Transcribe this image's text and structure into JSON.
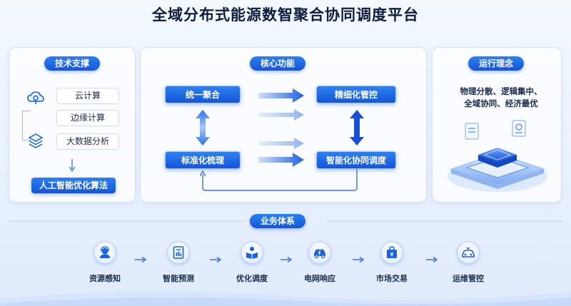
{
  "title": "全域分布式能源数智聚合协同调度平台",
  "tech_support": {
    "heading": "技术支撑",
    "items": [
      "云计算",
      "边缘计算",
      "大数据分析"
    ],
    "algorithm": "人工智能优化算法"
  },
  "core_functions": {
    "heading": "核心功能",
    "unified": "统一聚合",
    "fine_control": "精细化管控",
    "standardized": "标准化梳理",
    "smart_dispatch": "智能化协同调度"
  },
  "operating_philosophy": {
    "heading": "运行理念",
    "line1": "物理分散、逻辑集中、",
    "line2": "全域协同、经济最优"
  },
  "business_system": {
    "heading": "业务体系",
    "items": [
      {
        "label": "资源感知",
        "icon": "user-headset-icon"
      },
      {
        "label": "智能预测",
        "icon": "document-chart-icon"
      },
      {
        "label": "优化调度",
        "icon": "person-book-icon"
      },
      {
        "label": "电网响应",
        "icon": "electric-car-icon"
      },
      {
        "label": "市场交易",
        "icon": "shopping-bag-icon"
      },
      {
        "label": "运维管控",
        "icon": "car-service-icon"
      }
    ]
  },
  "colors": {
    "primary": "#1a62e0",
    "light": "#eaf2fe"
  }
}
